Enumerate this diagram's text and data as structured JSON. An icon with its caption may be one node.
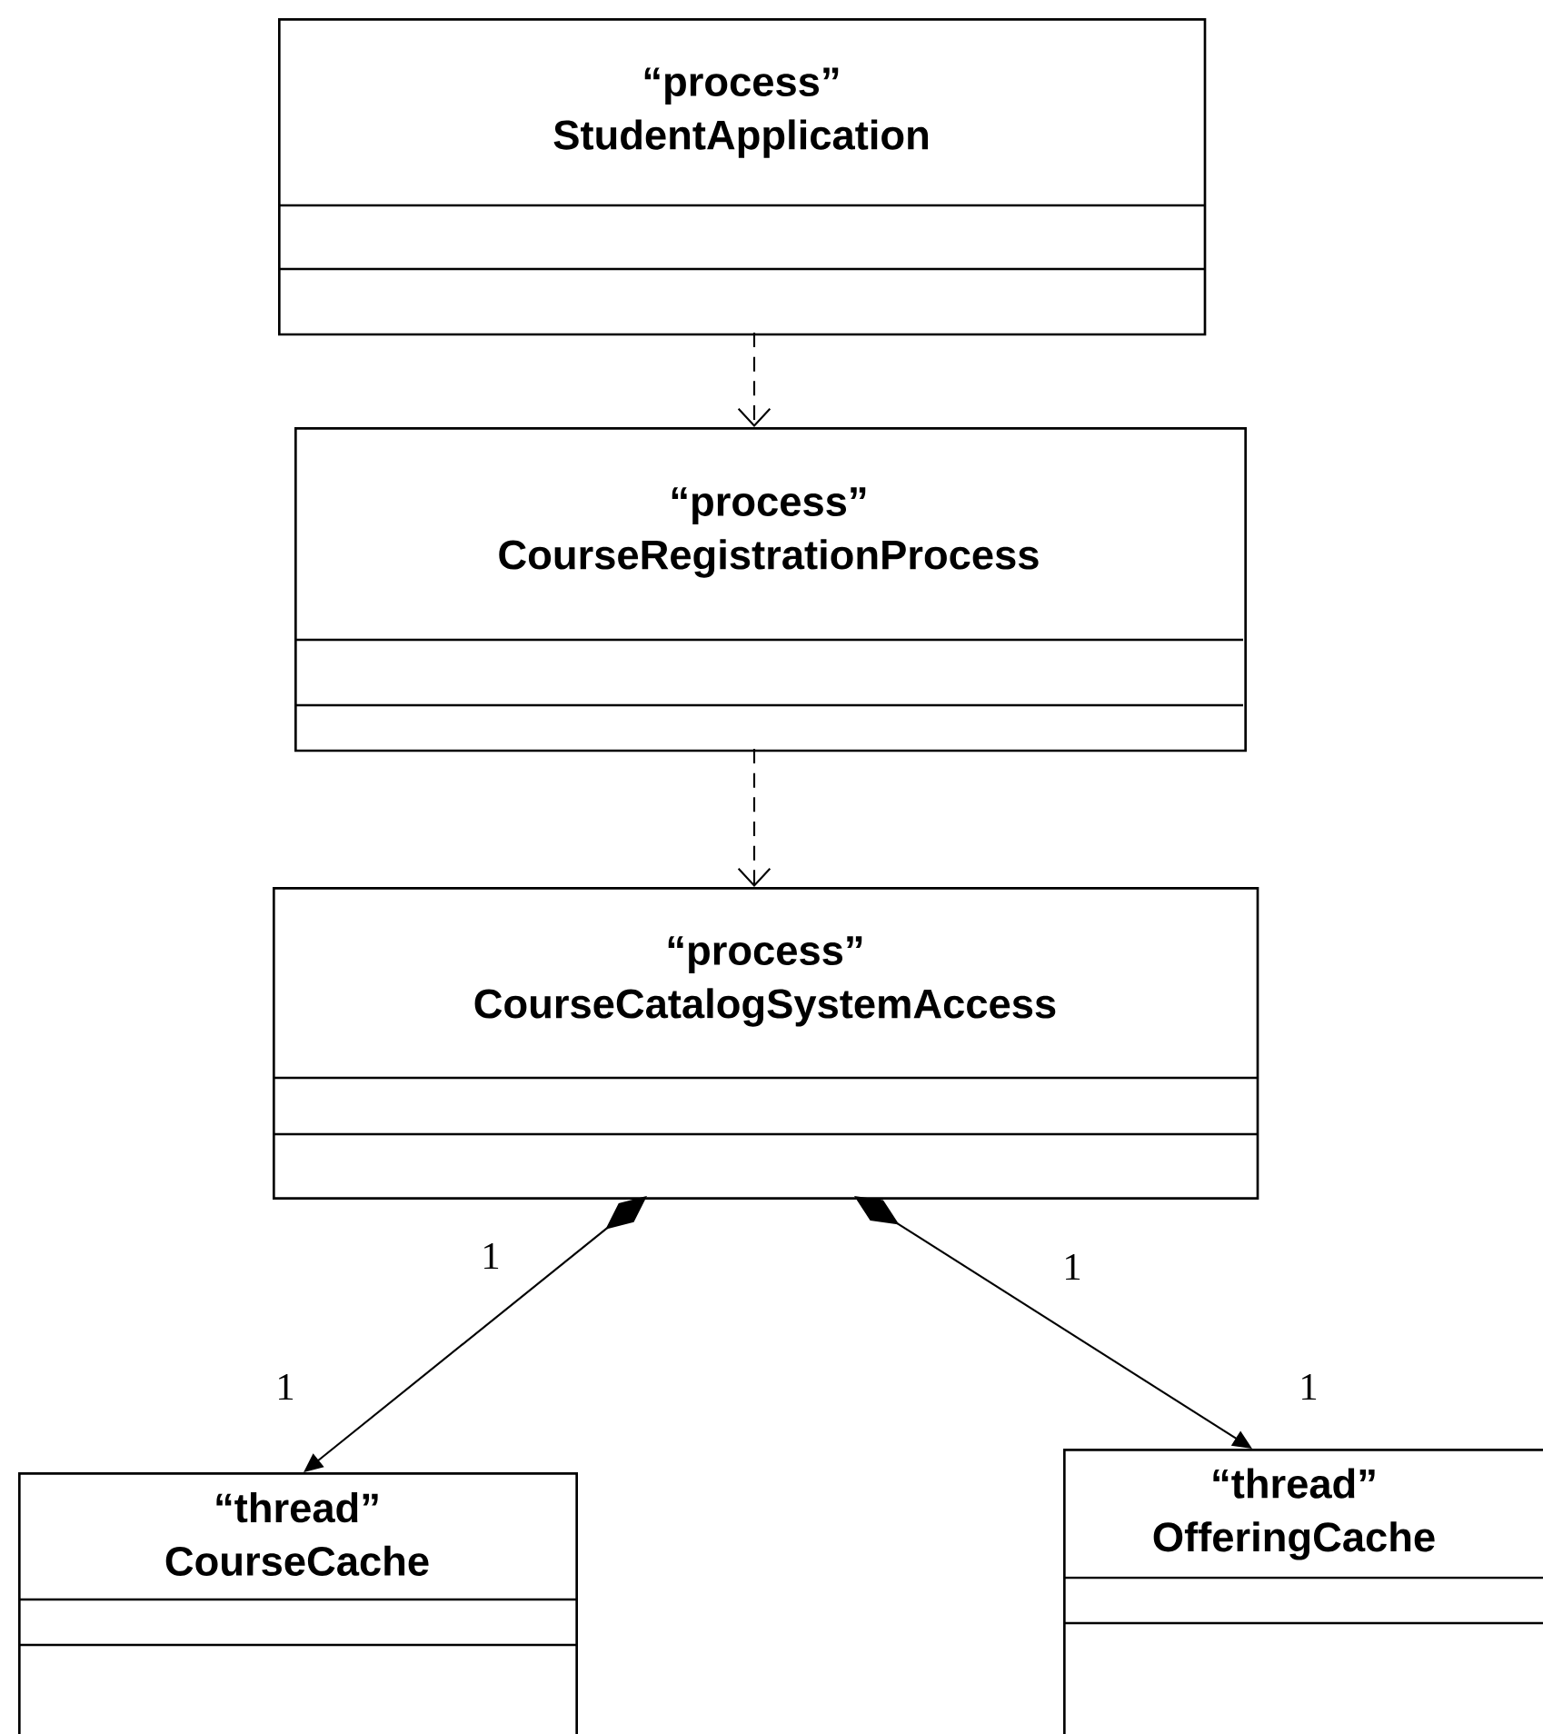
{
  "diagram": {
    "nodes": [
      {
        "text": [
          "“process”",
          "StudentApplication"
        ]
      },
      {
        "text": [
          "“process”",
          "CourseRegistrationProcess"
        ]
      },
      {
        "text": [
          "“process”",
          "CourseCatalogSystemAccess"
        ]
      },
      {
        "text": [
          "“thread”",
          "CourseCache"
        ]
      },
      {
        "text": [
          "“thread”",
          "OfferingCache"
        ]
      }
    ],
    "edges": [
      {
        "from": 0,
        "to": 1,
        "arrow": "to",
        "style": "dashed"
      },
      {
        "from": 1,
        "to": 2,
        "arrow": "to",
        "style": "dashed"
      },
      {
        "from": 2,
        "to": 3,
        "arrow": "to"
      },
      {
        "from": 2,
        "to": 4,
        "arrow": "to"
      }
    ],
    "labels": [
      "1",
      "1",
      "1",
      "1"
    ]
  }
}
